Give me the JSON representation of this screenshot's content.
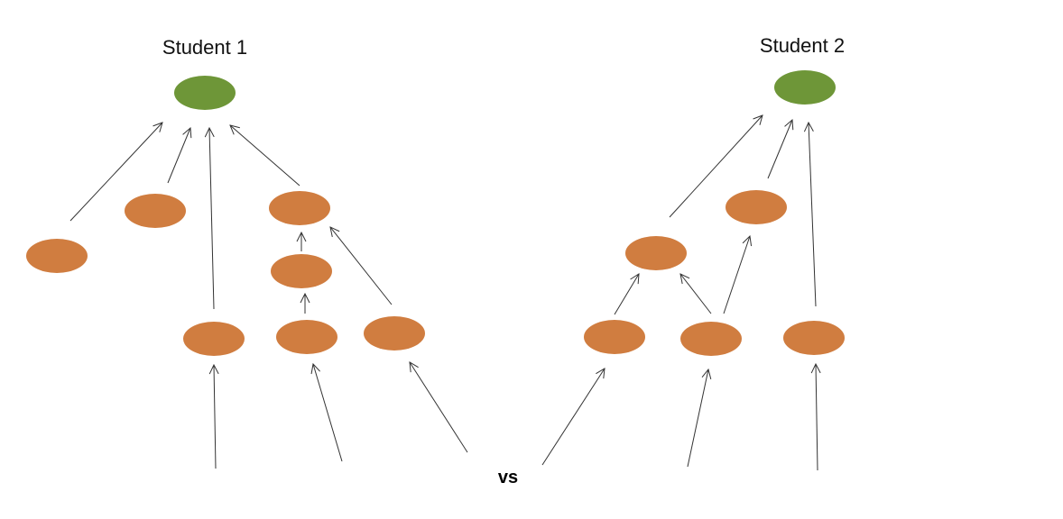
{
  "titles": {
    "left": "Student 1",
    "right": "Student 2"
  },
  "vs_label": "vs",
  "colors": {
    "goal_node": "#6e9638",
    "node": "#d07d40",
    "arrow": "#333333"
  }
}
